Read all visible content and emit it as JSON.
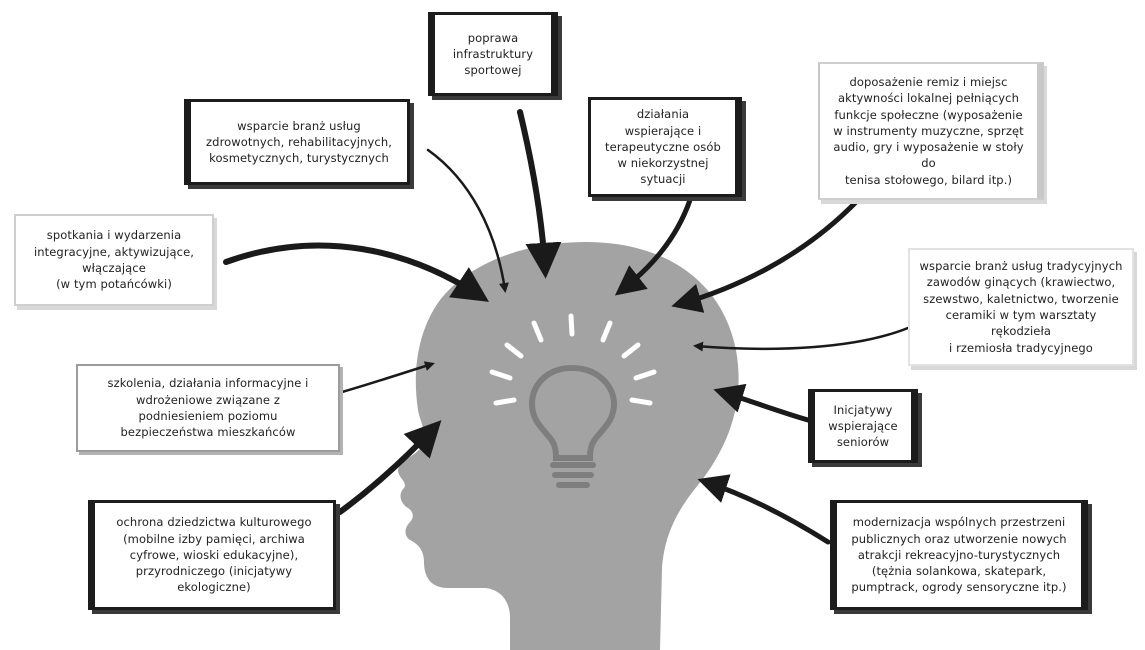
{
  "center": {
    "icon": "lightbulb-icon",
    "head_color": "#a3a3a3",
    "bulb_color": "#7e7e7e"
  },
  "boxes": [
    {
      "id": "infrastructure",
      "text": "poprawa\ninfrastruktury\nsportowej"
    },
    {
      "id": "health-services",
      "text": "wsparcie branż usług\nzdrowotnych, rehabilitacyjnych,\nkosmetycznych, turystycznych"
    },
    {
      "id": "therapy",
      "text": "działania\nwspierające i\nterapeutyczne osób\nw niekorzystnej\nsytuacji"
    },
    {
      "id": "equipment",
      "text": "doposażenie remiz i miejsc\naktywności lokalnej pełniących\nfunkcje społeczne (wyposażenie\nw instrumenty muzyczne, sprzęt\naudio, gry i wyposażenie w stoły do\ntenisa stołowego, bilard itp.)"
    },
    {
      "id": "integration-events",
      "text": "spotkania i wydarzenia\nintegracyjne, aktywizujące,\nwłączające\n(w tym potańcówki)"
    },
    {
      "id": "traditional-crafts",
      "text": "wsparcie branż usług tradycyjnych\nzawodów ginących (krawiectwo,\nszewstwo, kaletnictwo, tworzenie\nceramiki w tym warsztaty rękodzieła\ni rzemiosła tradycyjnego"
    },
    {
      "id": "safety-training",
      "text": "szkolenia, działania informacyjne i\nwdrożeniowe związane z\npodniesieniem poziomu\nbezpieczeństwa mieszkańców"
    },
    {
      "id": "seniors",
      "text": "Inicjatywy\nwspierające\nseniorów"
    },
    {
      "id": "heritage",
      "text": "ochrona dziedzictwa kulturowego\n(mobilne izby pamięci, archiwa\ncyfrowe, wioski edukacyjne),\nprzyrodniczego (inicjatywy\nekologiczne)"
    },
    {
      "id": "public-spaces",
      "text": "modernizacja wspólnych przestrzeni\npublicznych oraz utworzenie nowych\natrakcji rekreacyjno-turystycznych\n(tężnia solankowa, skatepark,\npumptrack, ogrody sensoryczne itp.)"
    }
  ]
}
